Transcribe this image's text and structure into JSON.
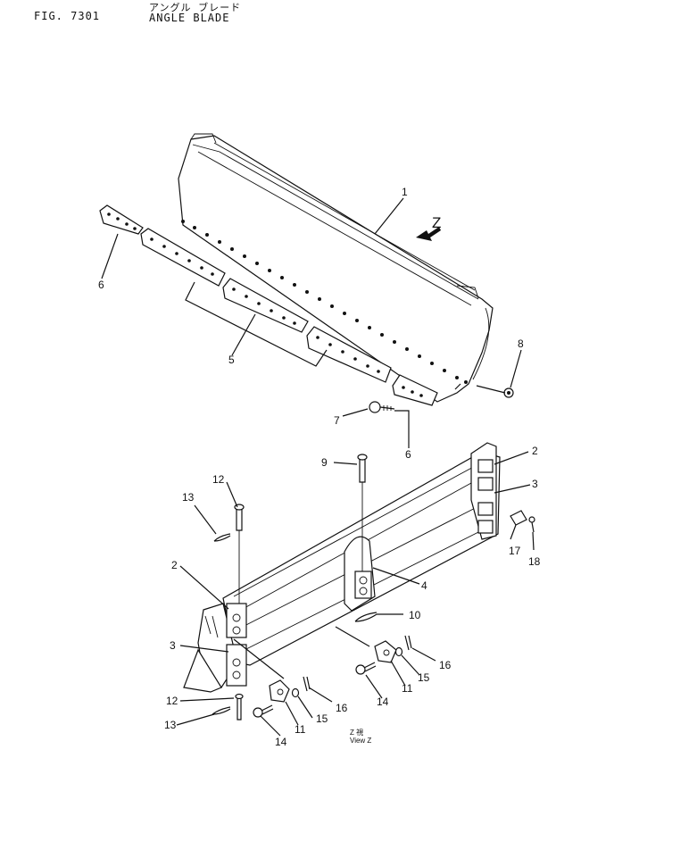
{
  "header": {
    "fig_label": "FIG. 7301",
    "title_jp": "アングル ブレード",
    "title_en": "ANGLE BLADE"
  },
  "callouts": {
    "p1": "1",
    "p2a": "2",
    "p2b": "2",
    "p3a": "3",
    "p3b": "3",
    "p4": "4",
    "p5": "5",
    "p6a": "6",
    "p6b": "6",
    "p7": "7",
    "p8": "8",
    "p9": "9",
    "p10": "10",
    "p11a": "11",
    "p11b": "11",
    "p12a": "12",
    "p12b": "12",
    "p13a": "13",
    "p13b": "13",
    "p14a": "14",
    "p14b": "14",
    "p15a": "15",
    "p15b": "15",
    "p16a": "16",
    "p16b": "16",
    "p17": "17",
    "p18": "18",
    "view_arrow": "Z"
  },
  "view_note": {
    "line1": "Z 視",
    "line2": "View Z"
  }
}
